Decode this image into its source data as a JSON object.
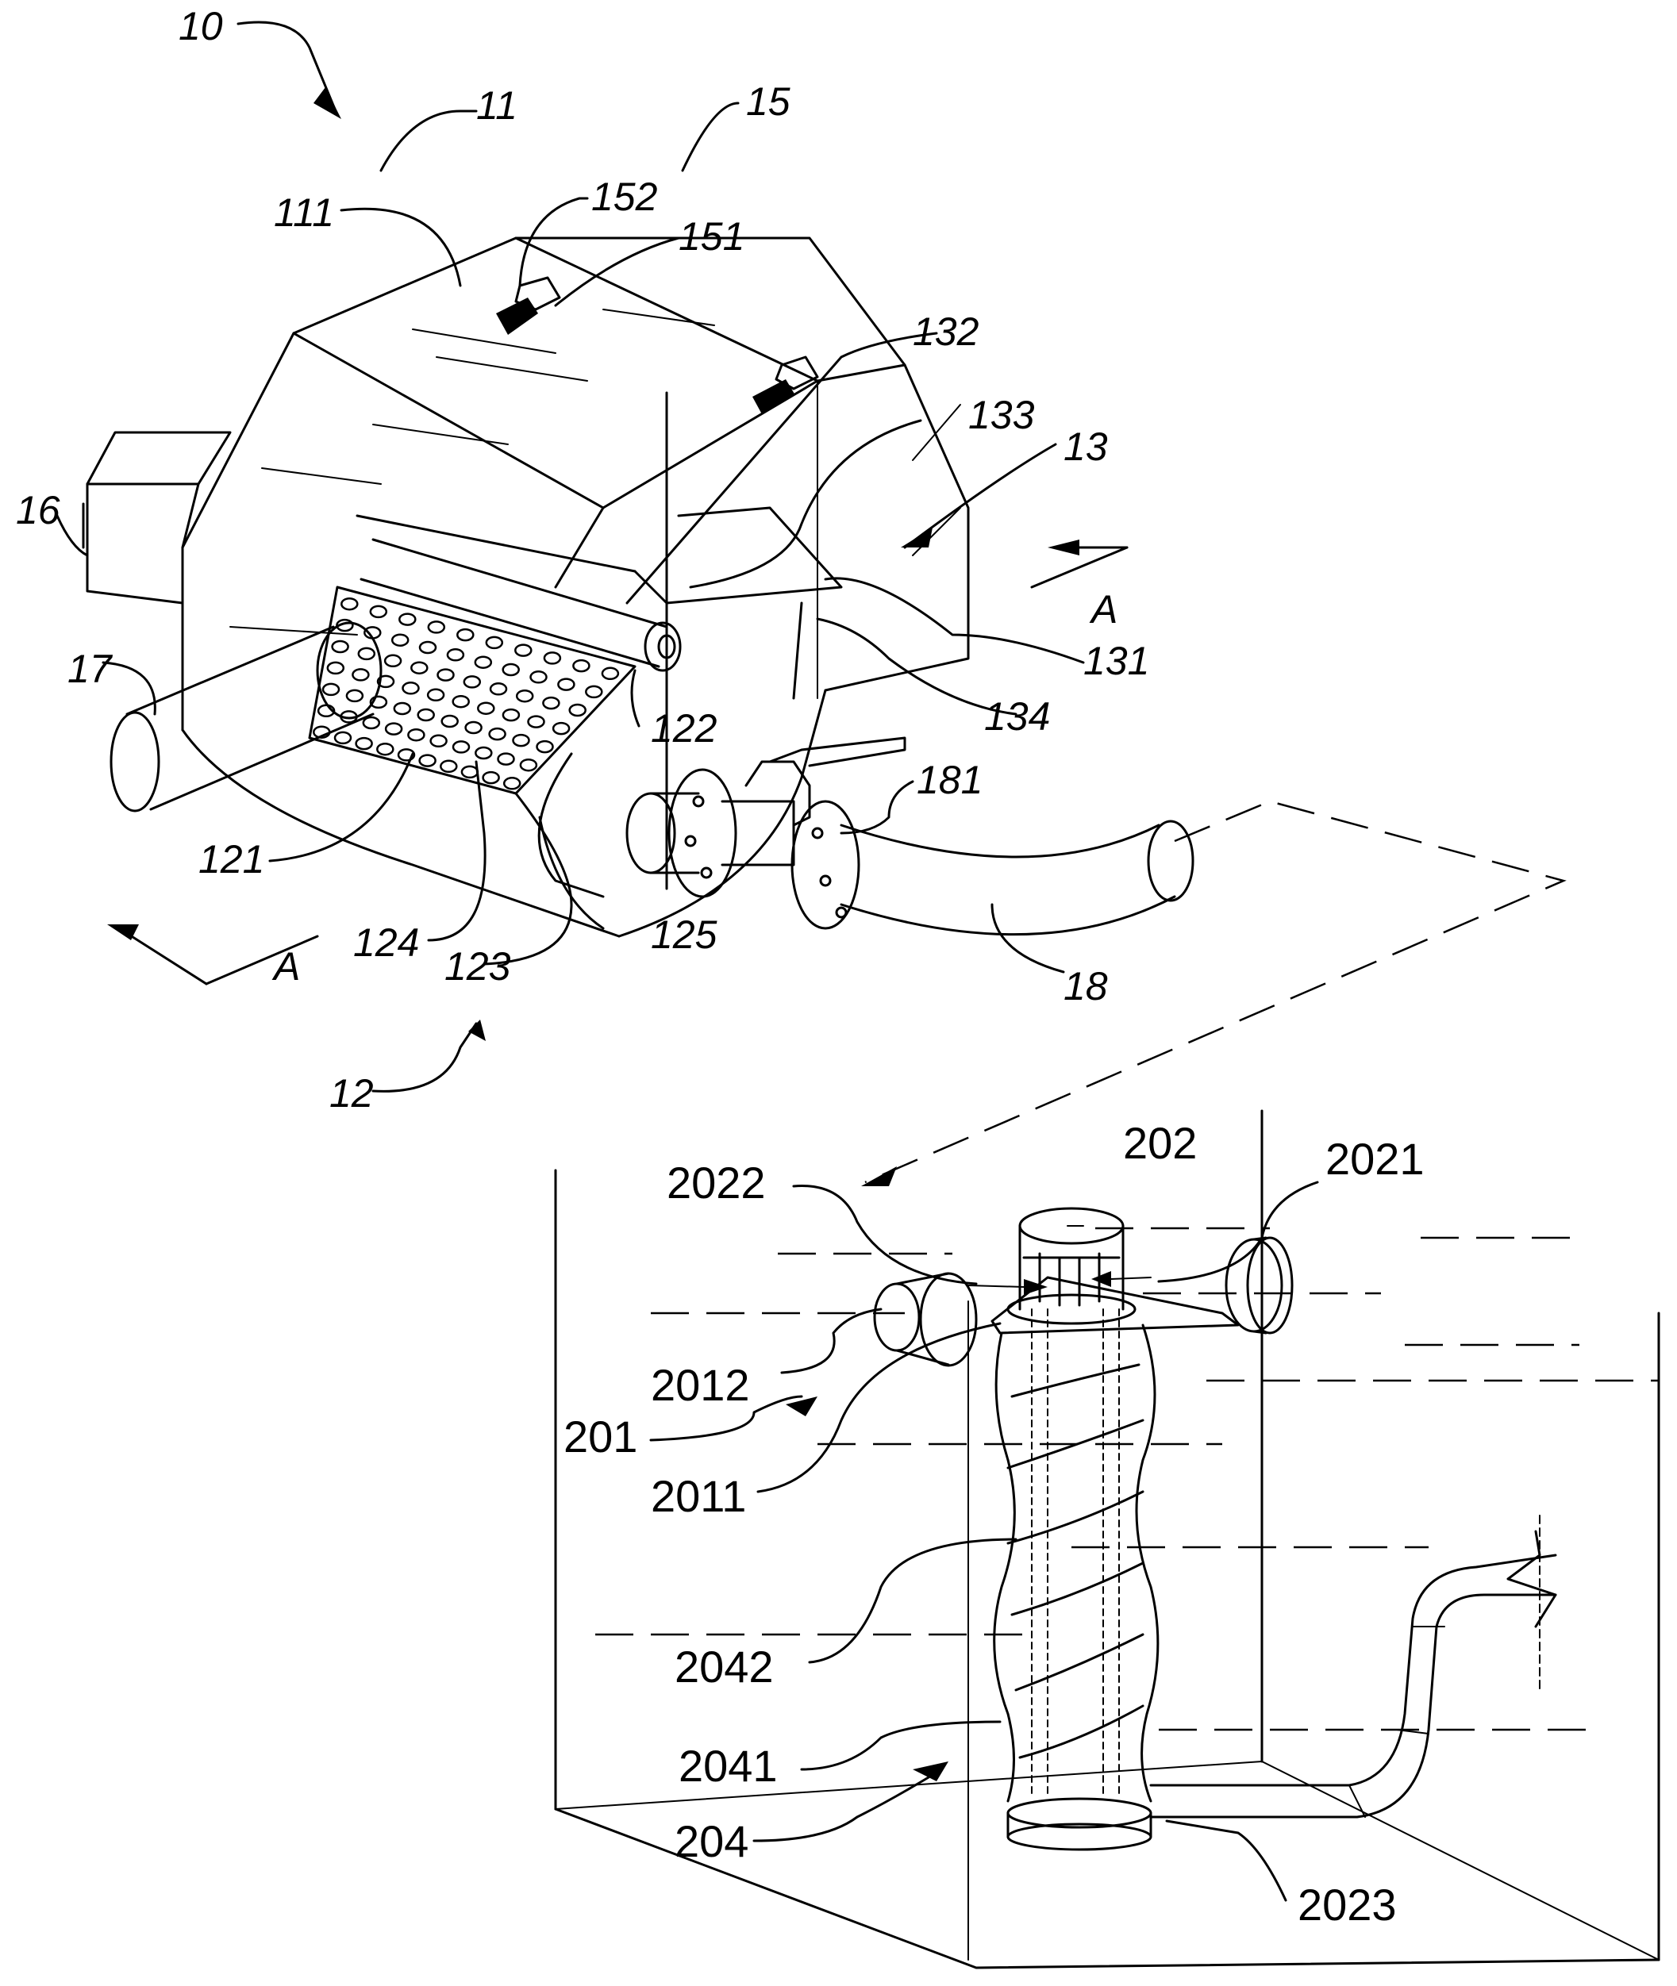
{
  "labels": {
    "l10": "10",
    "l11": "11",
    "l111": "111",
    "l15": "15",
    "l152": "152",
    "l151": "151",
    "l132": "132",
    "l133": "133",
    "l13": "13",
    "l16": "16",
    "l17": "17",
    "l131": "131",
    "l122": "122",
    "l134": "134",
    "l181": "181",
    "l121": "121",
    "l124": "124",
    "l123": "123",
    "l125": "125",
    "l18": "18",
    "l12": "12",
    "secA1": "A",
    "secA2": "A",
    "l202": "202",
    "l2022": "2022",
    "l2021": "2021",
    "l2012": "2012",
    "l201": "201",
    "l2011": "2011",
    "l2042": "2042",
    "l2041": "2041",
    "l204": "204",
    "l2023": "2023"
  }
}
